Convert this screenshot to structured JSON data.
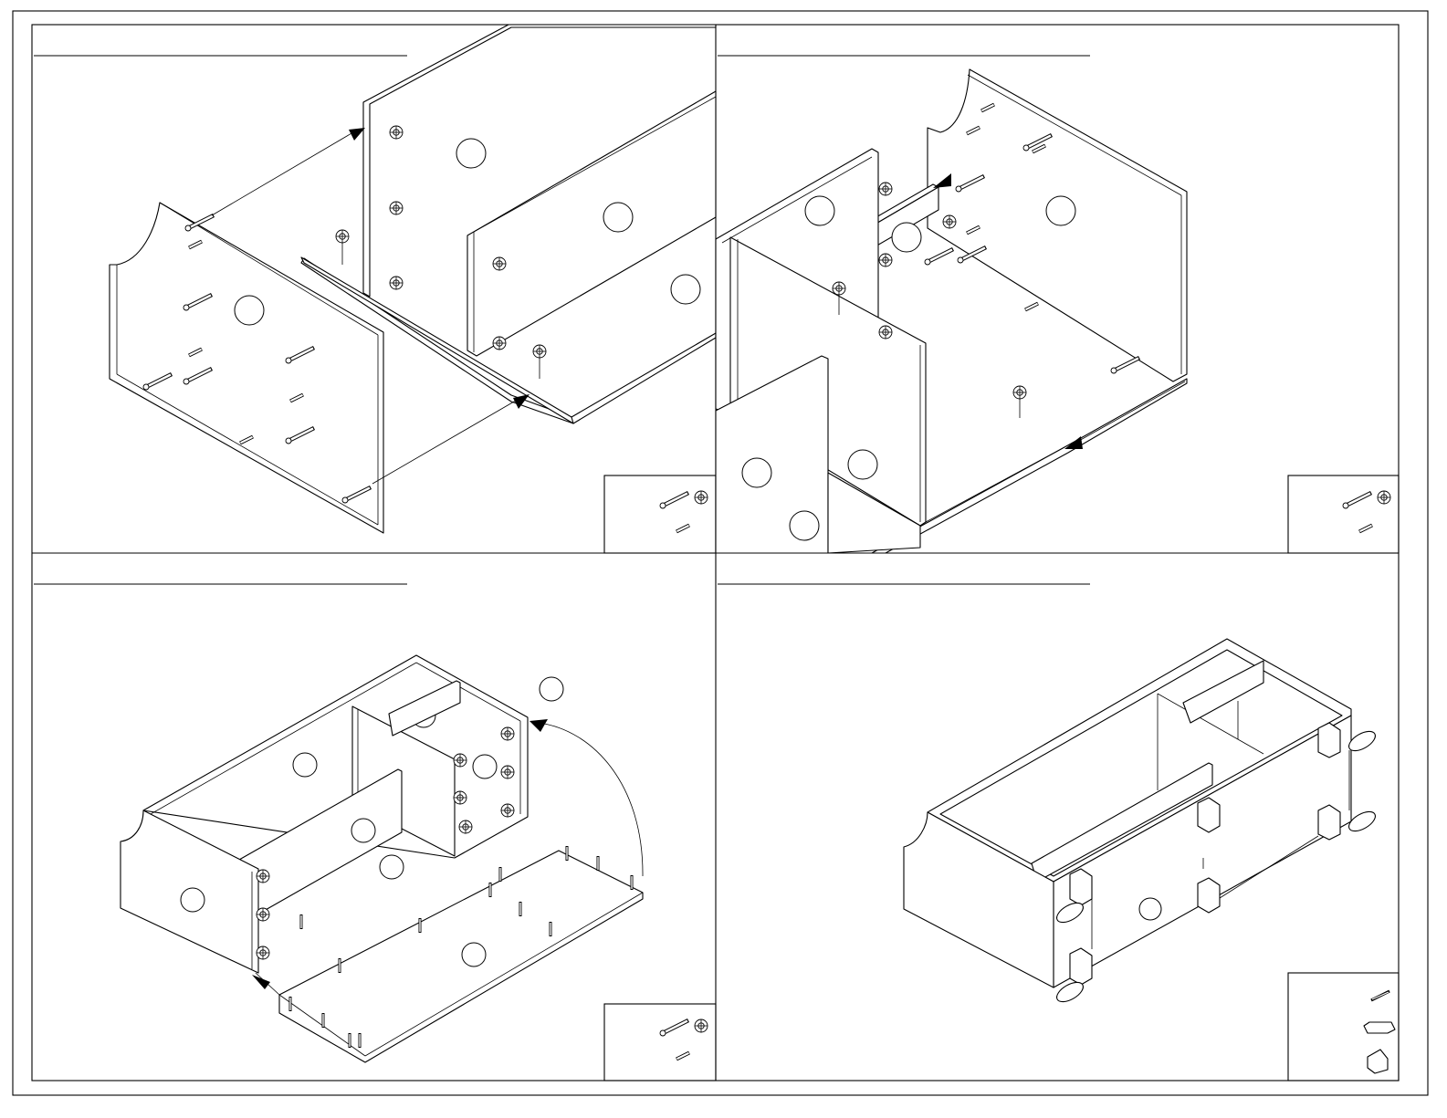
{
  "sheet": {
    "kind": "assembly-instructions",
    "border_color": "#000000",
    "background": "#ffffff"
  },
  "steps": [
    {
      "position": "top-left",
      "title": "",
      "parts_shown": [
        "side-panel",
        "divider-panel",
        "top-panel",
        "back-panel"
      ],
      "hardware": [
        "cam-bolt-icon",
        "cam-lock-icon",
        "dowel-icon"
      ]
    },
    {
      "position": "top-right",
      "title": "",
      "parts_shown": [
        "side-panel",
        "divider-panel",
        "shelf-panel",
        "bottom-panel"
      ],
      "hardware": [
        "cam-bolt-icon",
        "cam-lock-icon",
        "dowel-icon"
      ]
    },
    {
      "position": "bottom-left",
      "title": "",
      "parts_shown": [
        "carcass",
        "bottom-panel"
      ],
      "hardware": [
        "cam-bolt-icon",
        "cam-lock-icon",
        "dowel-icon"
      ]
    },
    {
      "position": "bottom-right",
      "title": "",
      "parts_shown": [
        "carcass",
        "leg-bracket",
        "foot"
      ],
      "hardware": [
        "screw-icon",
        "leg-bracket-icon",
        "foot-icon"
      ]
    }
  ]
}
